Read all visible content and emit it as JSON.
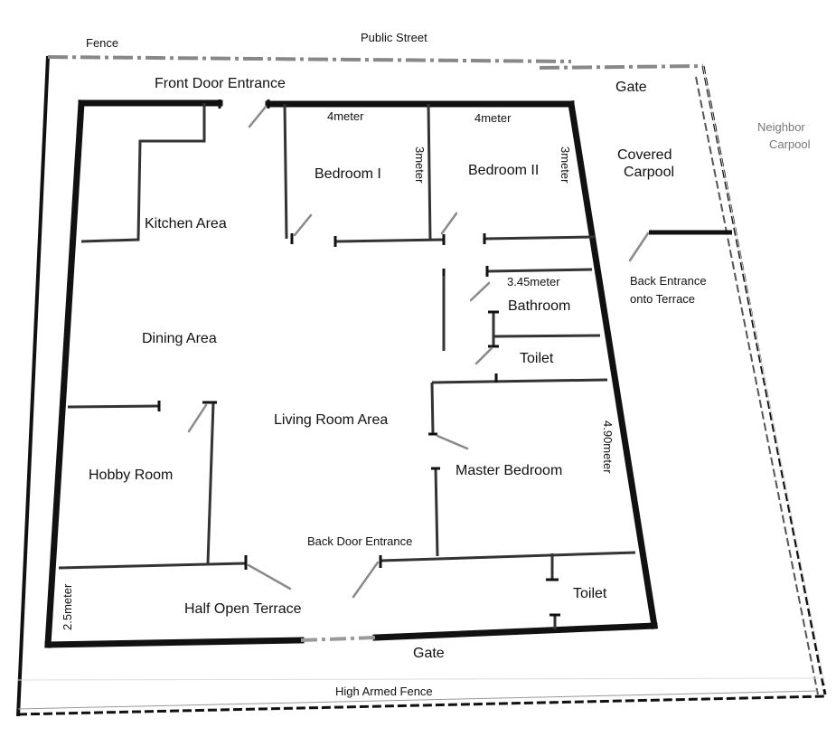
{
  "labels": {
    "fence": "Fence",
    "public_street": "Public Street",
    "front_door_entrance": "Front Door Entrance",
    "gate_top": "Gate",
    "neighbor_line1": "Neighbor",
    "neighbor_line2": "Carpool",
    "covered_line1": "Covered",
    "covered_line2": "Carpool",
    "bedroom_1": "Bedroom I",
    "bedroom_2": "Bedroom II",
    "kitchen_area": "Kitchen Area",
    "dining_area": "Dining Area",
    "back_entrance_line1": "Back Entrance",
    "back_entrance_line2": "onto Terrace",
    "bathroom": "Bathroom",
    "toilet_upper": "Toilet",
    "living_room_area": "Living Room Area",
    "hobby_room": "Hobby Room",
    "master_bedroom": "Master Bedroom",
    "back_door_entrance": "Back Door Entrance",
    "half_open_terrace": "Half Open Terrace",
    "toilet_lower": "Toilet",
    "gate_bottom": "Gate",
    "high_armed_fence": "High Armed Fence"
  },
  "dimensions": {
    "bedroom_1_width": "4meter",
    "bedroom_2_width": "4meter",
    "bedroom_1_depth": "3meter",
    "bedroom_2_depth": "3meter",
    "bathroom_width": "3.45meter",
    "master_bedroom_depth": "4.90meter",
    "terrace_depth": "2.5meter"
  },
  "colors": {
    "wall": "#111111",
    "fence_grey": "#888888",
    "door_swing": "#8a8a8a",
    "neighbor_text": "#777777"
  }
}
